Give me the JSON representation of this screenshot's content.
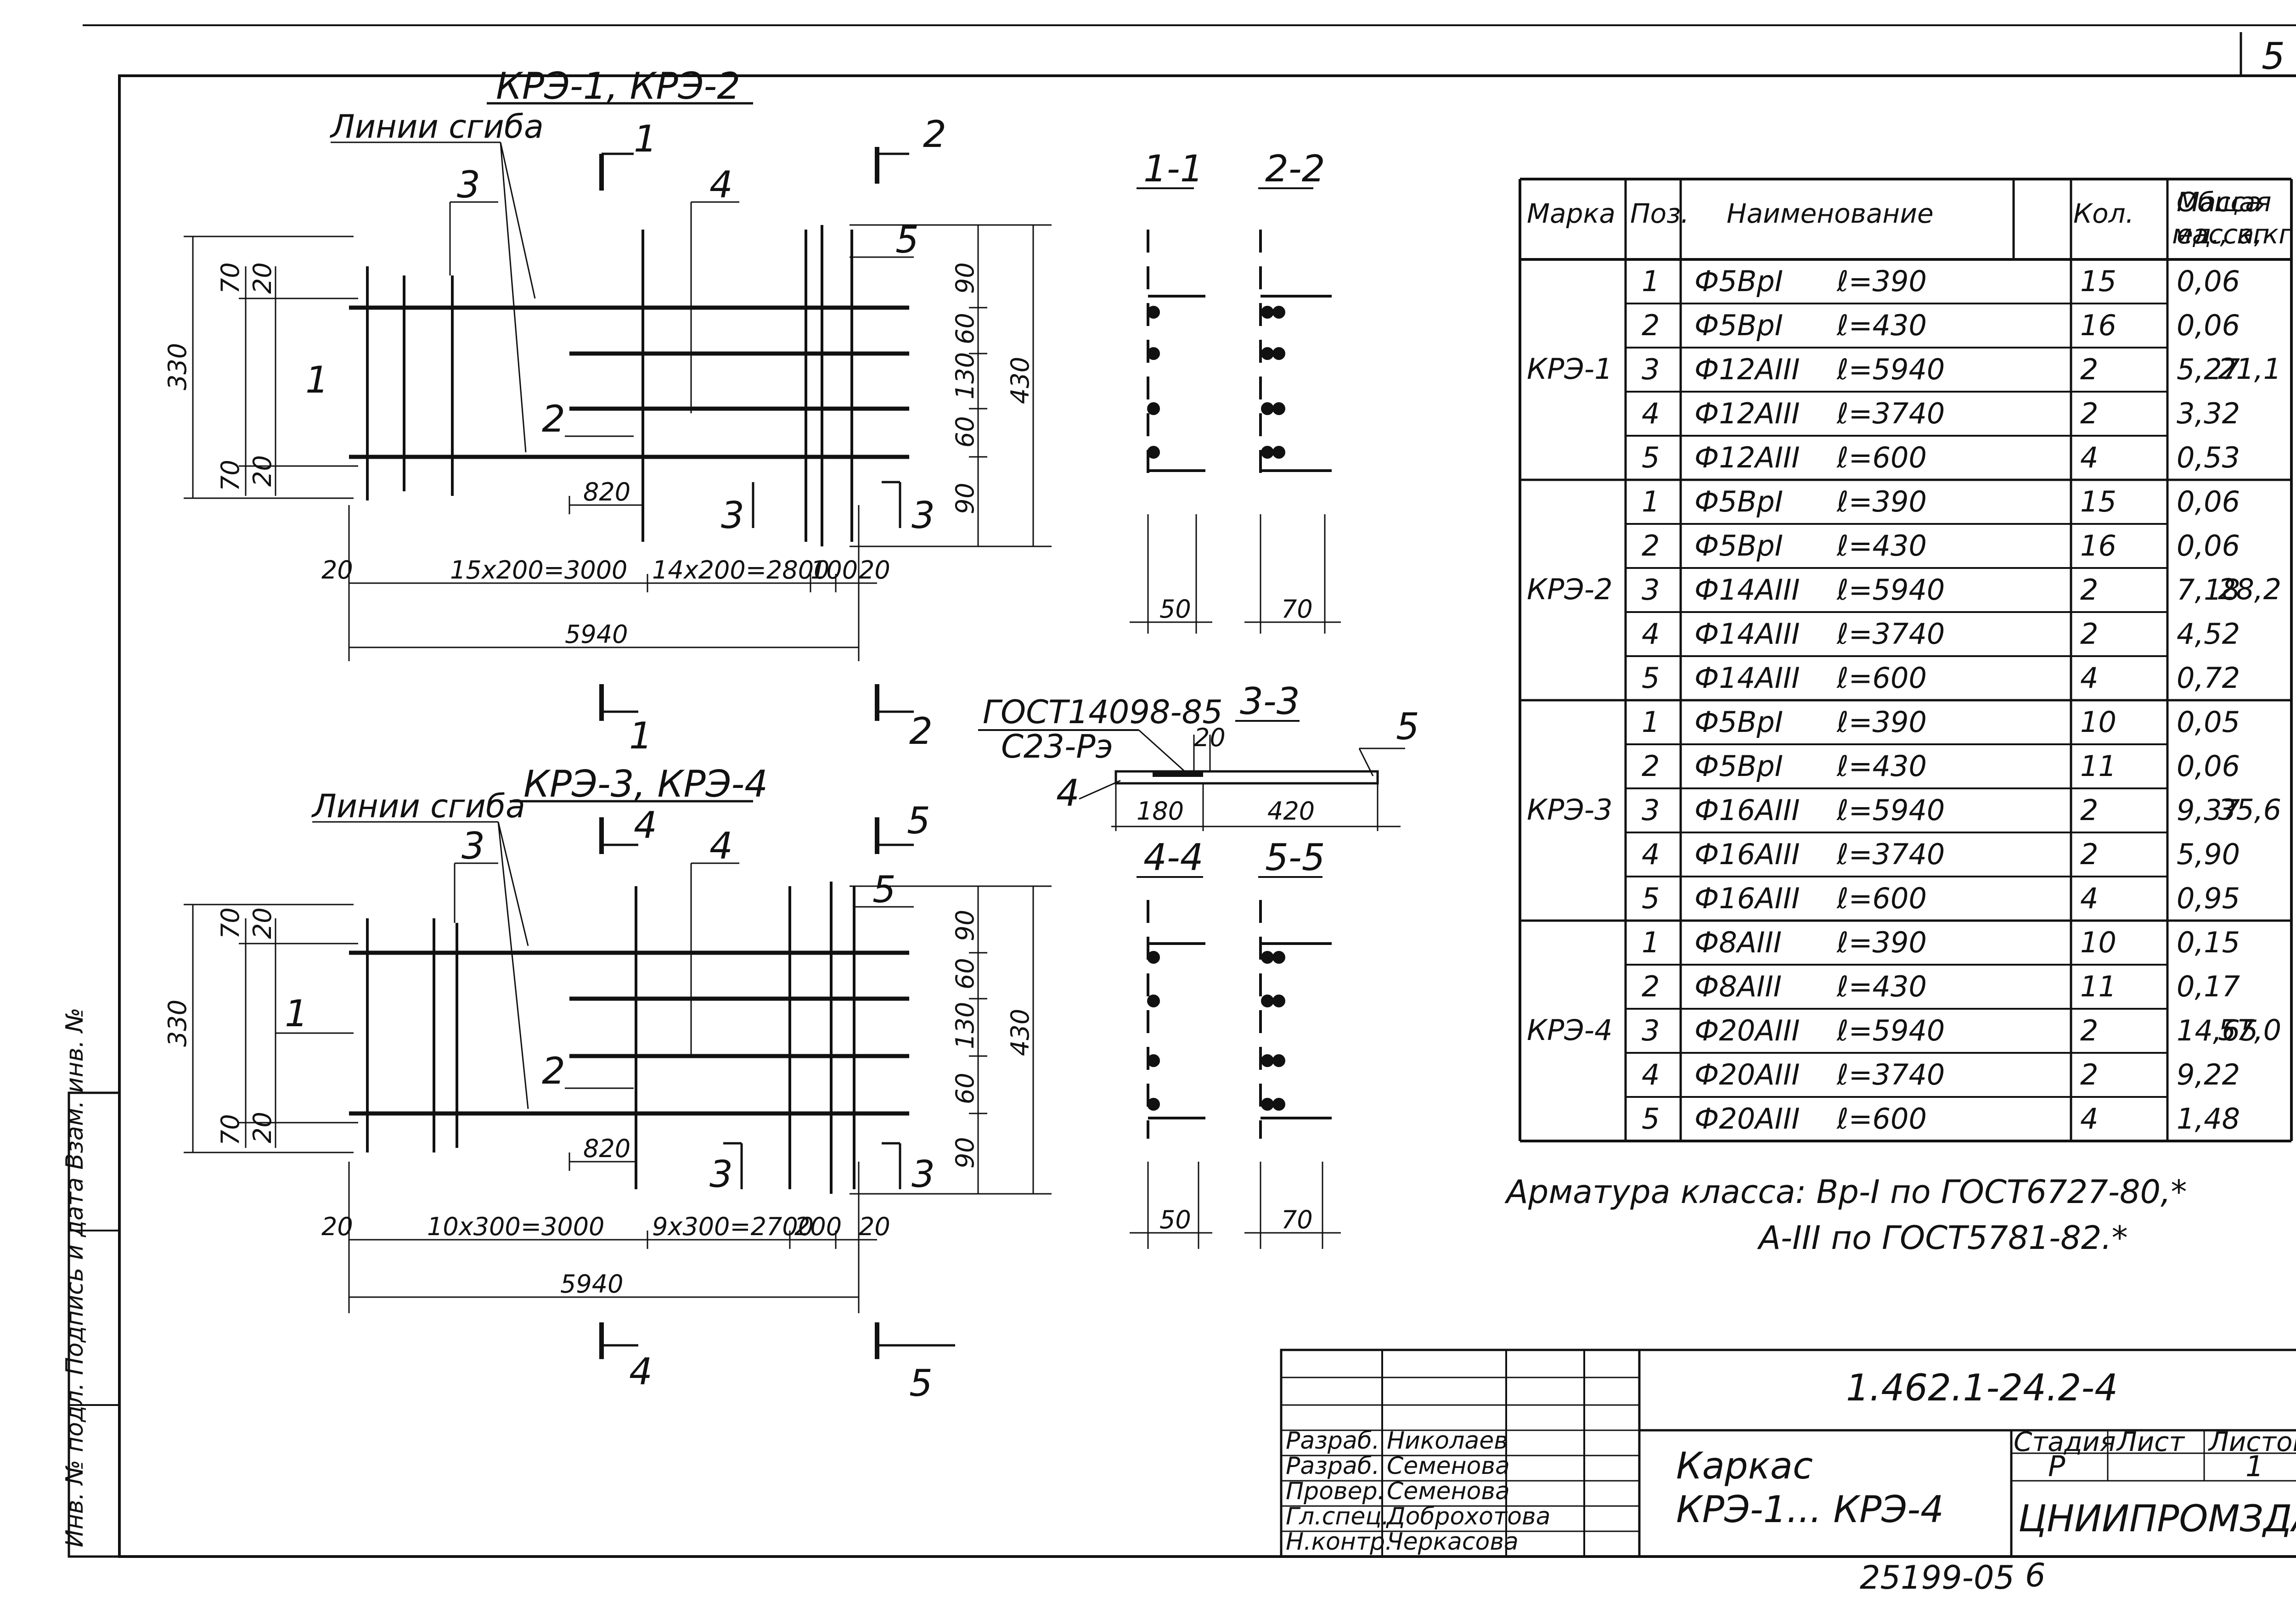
{
  "sheet_number": "5",
  "top_view": {
    "title": "КРЭ-1, КРЭ-2",
    "bend_lines_label": "Линии сгиба",
    "pos_labels": [
      "1",
      "2",
      "3",
      "4",
      "5"
    ],
    "section_marks": [
      "1",
      "2",
      "3",
      "3"
    ],
    "dims_left": [
      "70",
      "20",
      "20",
      "70"
    ],
    "dim_total_height": "330",
    "dims_right": [
      "90",
      "60",
      "130",
      "60",
      "90"
    ],
    "dim_right_total": "430",
    "dim_820": "820",
    "dims_bottom": [
      "20",
      "15x200=3000",
      "14x200=2800",
      "100",
      "20"
    ],
    "dim_total_length": "5940"
  },
  "bottom_view": {
    "title": "КРЭ-3, КРЭ-4",
    "bend_lines_label": "Линии сгиба",
    "pos_labels": [
      "1",
      "2",
      "3",
      "4",
      "5"
    ],
    "section_marks": [
      "4",
      "5",
      "3",
      "3",
      "4",
      "5"
    ],
    "dims_left": [
      "70",
      "20",
      "20",
      "70"
    ],
    "dim_total_height": "330",
    "dims_right": [
      "90",
      "60",
      "130",
      "60",
      "90"
    ],
    "dim_right_total": "430",
    "dim_820": "820",
    "dims_bottom": [
      "20",
      "10x300=3000",
      "9x300=2700",
      "200",
      "20"
    ],
    "dim_total_length": "5940"
  },
  "section_1_1": {
    "title": "1-1",
    "dim": "50"
  },
  "section_2_2": {
    "title": "2-2",
    "dim": "70"
  },
  "section_4_4": {
    "title": "4-4",
    "dim": "50"
  },
  "section_5_5": {
    "title": "5-5",
    "dim": "70"
  },
  "section_bottom_marks": [
    "1",
    "2"
  ],
  "weld_detail": {
    "title": "3-3",
    "standard": "ГОСТ14098-85",
    "weld_type": "С23-Рэ",
    "dim_top": "20",
    "dim_left": "180",
    "dim_right": "420",
    "pos_left": "4",
    "pos_right": "5"
  },
  "spec_table": {
    "headers": [
      "Марка",
      "Поз.",
      "Наименование",
      "Кол.",
      "Масса ед., кг",
      "Общая масса,кг"
    ],
    "groups": [
      {
        "mark": "КРЭ-1",
        "total": "21,1",
        "rows": [
          [
            "1",
            "Ф5ВрI",
            "ℓ=390",
            "15",
            "0,06"
          ],
          [
            "2",
            "Ф5ВрI",
            "ℓ=430",
            "16",
            "0,06"
          ],
          [
            "3",
            "Ф12АIII",
            "ℓ=5940",
            "2",
            "5,27"
          ],
          [
            "4",
            "Ф12АIII",
            "ℓ=3740",
            "2",
            "3,32"
          ],
          [
            "5",
            "Ф12АIII",
            "ℓ=600",
            "4",
            "0,53"
          ]
        ]
      },
      {
        "mark": "КРЭ-2",
        "total": "28,2",
        "rows": [
          [
            "1",
            "Ф5ВрI",
            "ℓ=390",
            "15",
            "0,06"
          ],
          [
            "2",
            "Ф5ВрI",
            "ℓ=430",
            "16",
            "0,06"
          ],
          [
            "3",
            "Ф14АIII",
            "ℓ=5940",
            "2",
            "7,18"
          ],
          [
            "4",
            "Ф14АIII",
            "ℓ=3740",
            "2",
            "4,52"
          ],
          [
            "5",
            "Ф14АIII",
            "ℓ=600",
            "4",
            "0,72"
          ]
        ]
      },
      {
        "mark": "КРЭ-3",
        "total": "35,6",
        "rows": [
          [
            "1",
            "Ф5ВрI",
            "ℓ=390",
            "10",
            "0,05"
          ],
          [
            "2",
            "Ф5ВрI",
            "ℓ=430",
            "11",
            "0,06"
          ],
          [
            "3",
            "Ф16АIII",
            "ℓ=5940",
            "2",
            "9,37"
          ],
          [
            "4",
            "Ф16АIII",
            "ℓ=3740",
            "2",
            "5,90"
          ],
          [
            "5",
            "Ф16АIII",
            "ℓ=600",
            "4",
            "0,95"
          ]
        ]
      },
      {
        "mark": "КРЭ-4",
        "total": "57,0",
        "rows": [
          [
            "1",
            "Ф8АIII",
            "ℓ=390",
            "10",
            "0,15"
          ],
          [
            "2",
            "Ф8АIII",
            "ℓ=430",
            "11",
            "0,17"
          ],
          [
            "3",
            "Ф20АIII",
            "ℓ=5940",
            "2",
            "14,65"
          ],
          [
            "4",
            "Ф20АIII",
            "ℓ=3740",
            "2",
            "9,22"
          ],
          [
            "5",
            "Ф20АIII",
            "ℓ=600",
            "4",
            "1,48"
          ]
        ]
      }
    ]
  },
  "notes": {
    "line1": "Арматура класса: Вр-I по ГОСТ6727-80,*",
    "line2": "А-III по ГОСТ5781-82.*"
  },
  "title_block": {
    "doc_code": "1.462.1-24.2-4",
    "title_line1": "Каркас",
    "title_line2": "КРЭ-1... КРЭ-4",
    "stage_label": "Стадия",
    "sheet_label": "Лист",
    "sheets_label": "Листов",
    "stage_value": "Р",
    "sheets_value": "1",
    "org": "ЦНИИПРОМЗДАНИЙ",
    "roles": [
      {
        "role": "Разраб.",
        "name": "Николаев"
      },
      {
        "role": "Разраб.",
        "name": "Семенова"
      },
      {
        "role": "Провер.",
        "name": "Семенова"
      },
      {
        "role": "Гл.спец.",
        "name": "Доброхотова"
      },
      {
        "role": "Н.контр.",
        "name": "Черкасова"
      }
    ]
  },
  "side_stamp": "Инв. № подл. Подпись и дата Взам. инв. №",
  "bottom_number": "25199-05",
  "bottom_page": "6"
}
